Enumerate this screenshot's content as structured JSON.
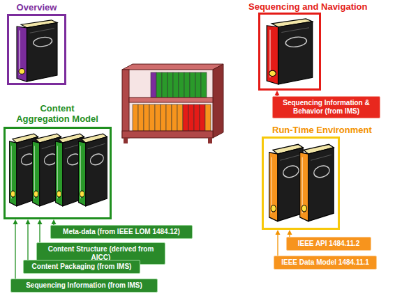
{
  "diagram": {
    "nodes": [
      {
        "text": [
          "Overview"
        ]
      },
      {
        "text": [
          "Sequencing and Navigation"
        ]
      },
      {
        "text": [
          "Sequencing Information & Behavior (from IMS)"
        ]
      },
      {
        "text": [
          "Content Aggregation Model"
        ]
      },
      {
        "text": [
          "Run-Time Environment"
        ]
      },
      {
        "text": [
          "Meta-data (from IEEE LOM 1484.12)"
        ]
      },
      {
        "text": [
          "Content Structure (derived from AICC)"
        ]
      },
      {
        "text": [
          "Content Packaging (from IMS)"
        ]
      },
      {
        "text": [
          "Sequencing Information (from IMS)"
        ]
      },
      {
        "text": [
          "IEEE API 1484.11.2"
        ]
      },
      {
        "text": [
          "IEEE Data Model 1484.11.1"
        ]
      }
    ],
    "edges": [
      {
        "from": 2,
        "to": 1,
        "arrow": "to"
      },
      {
        "from": 5,
        "to": 3,
        "arrow": "to"
      },
      {
        "from": 6,
        "to": 3,
        "arrow": "to"
      },
      {
        "from": 7,
        "to": 3,
        "arrow": "to"
      },
      {
        "from": 8,
        "to": 3,
        "arrow": "to"
      },
      {
        "from": 9,
        "to": 4,
        "arrow": "to"
      },
      {
        "from": 10,
        "to": 4,
        "arrow": "to"
      }
    ]
  }
}
